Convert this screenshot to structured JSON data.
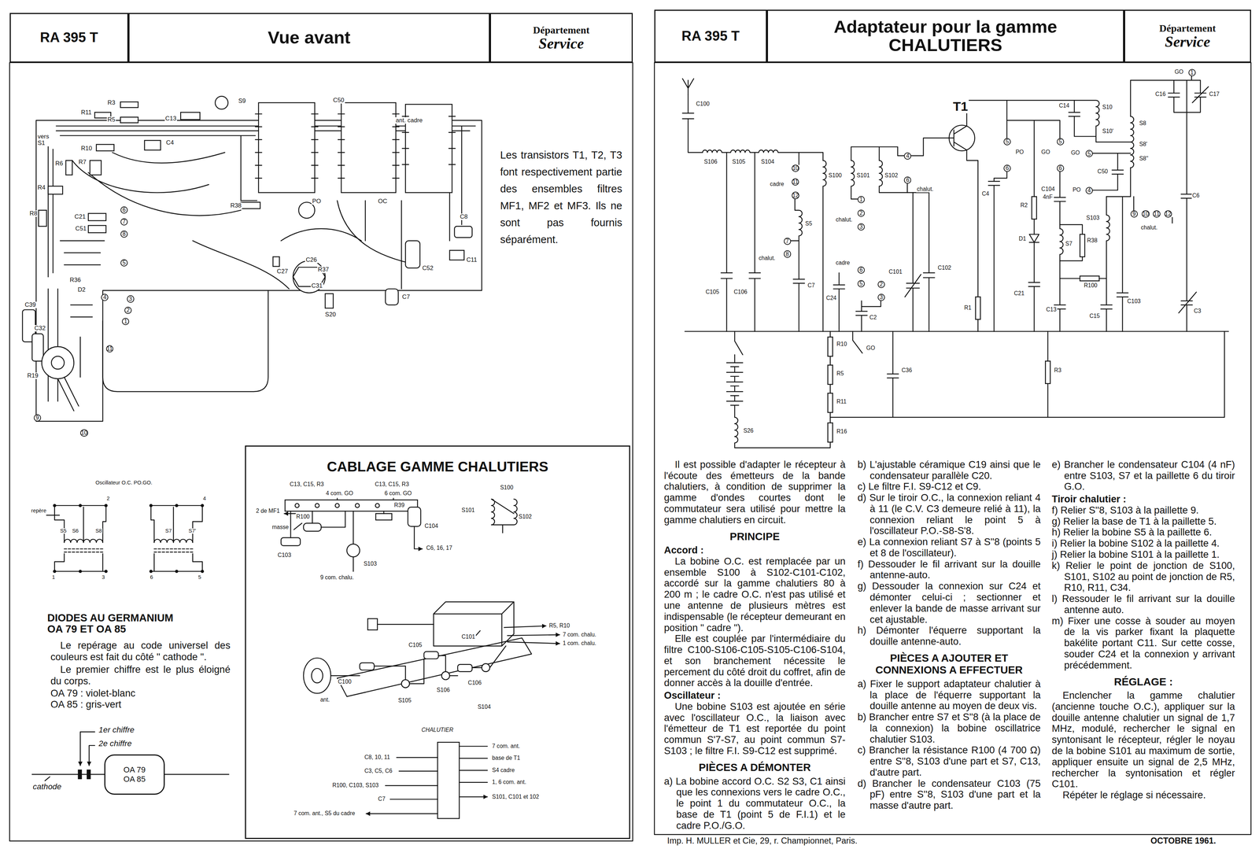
{
  "diagram": {
    "nodes": [
      {
        "text": [
          "RA 395 T"
        ]
      },
      {
        "text": [
          "Vue avant"
        ]
      },
      {
        "text": [
          "Département",
          "Service"
        ]
      },
      {
        "text": [
          "RA 395 T"
        ]
      },
      {
        "text": [
          "Adaptateur pour la gamme CHALUTIERS"
        ]
      },
      {
        "text": [
          "Département",
          "Service"
        ]
      },
      {
        "text": [
          "CABLAGE GAMME CHALUTIERS"
        ]
      },
      {
        "text": [
          "OA 79",
          "OA 85"
        ]
      }
    ],
    "labels": [
      "R3",
      "R11",
      "R5",
      "C13",
      "S9",
      "C50",
      "ant. cadre",
      "vers S1",
      "R10",
      "C4",
      "R6",
      "R7",
      "R4",
      "R8",
      "C21",
      "C51",
      "R36",
      "D2",
      "C39",
      "C32",
      "R19",
      "R38",
      "PO",
      "OC",
      "C8",
      "C52",
      "C11",
      "C27",
      "C26",
      "R37",
      "C31",
      "S20",
      "C7",
      "6",
      "7",
      "8",
      "5",
      "4",
      "3",
      "2",
      "1",
      "11",
      "9",
      "10",
      "Oscillateur O.C. PO.GO.",
      "repère",
      "S5",
      "S6",
      "S8",
      "S7",
      "S7'",
      "2",
      "4",
      "1",
      "3",
      "6",
      "5",
      "DIODES AU GERMANIUM",
      "OA 79 ET OA 85",
      "Le repérage au code universel des couleurs est fait du côté \" cathode \".",
      "Le premier chiffre est le plus éloigné du corps.",
      "OA 79 : violet-blanc",
      "OA 85 : gris-vert",
      "1er chiffre",
      "2e chiffre",
      "cathode",
      "Les transistors T1, T2, T3 font respectivement partie des ensembles filtres MF1, MF2 et MF3. Ils ne sont pas fournis séparément.",
      "C13, C15, R3",
      "4 com. GO",
      "C13, C15, R3",
      "6 com. GO",
      "R39",
      "2 de MF1",
      "masse",
      "R100",
      "C104",
      "C103",
      "S103",
      "C6, 16, 17",
      "9 com. chalu.",
      "S100",
      "S101",
      "S102",
      "C101",
      "R5, R10",
      "7 com. chalu.",
      "1 com. chalu.",
      "C100",
      "C105",
      "C106",
      "S105",
      "S106",
      "S104",
      "ant.",
      "CHALUTIER",
      "C8, 10, 11",
      "C3, C5, C6",
      "R100, C103, S103",
      "C7",
      "7 com. ant., S5 du cadre",
      "7 com. ant.",
      "base de T1",
      "S4 cadre",
      "1, 6 com. ant.",
      "S101, C101 et 102",
      "T1",
      "C100",
      "S106",
      "S105",
      "S104",
      "S100",
      "S101",
      "S102",
      "4",
      "6",
      "chalut.",
      "10",
      "cadre",
      "11",
      "12",
      "S5",
      "7",
      "8",
      "chalut.",
      "1",
      "2",
      "chalut.",
      "3",
      "cadre",
      "6",
      "5",
      "2",
      "3",
      "C105",
      "C106",
      "C7",
      "C24",
      "C2",
      "C101",
      "C102",
      "R1",
      "5",
      "PO",
      "6",
      "5",
      "GO",
      "6",
      "C4",
      "R2",
      "D1",
      "C21",
      "C104",
      "4nF",
      "S7",
      "R38",
      "R100",
      "S103",
      "C13",
      "C15",
      "C103",
      "C14",
      "S10",
      "S10'",
      "S8",
      "S8'",
      "S8''",
      "GO",
      "1",
      "C16",
      "C17",
      "C6",
      "GO",
      "5",
      "C50",
      "PO",
      "4",
      "9",
      "10",
      "11",
      "12",
      "chalut.",
      "C3",
      "R10",
      "R5",
      "R11",
      "R16",
      "S26",
      "GO",
      "C36",
      "R3",
      "Imp. H. MULLER et Cie, 29, r. Championnet, Paris.",
      "OCTOBRE 1961.",
      "Il est possible d'adapter le récepteur à l'écoute des émetteurs de la bande chalutiers, à condition de supprimer la gamme d'ondes courtes dont le commutateur sera utilisé pour mettre la gamme chalutiers en circuit.",
      "PRINCIPE",
      "Accord :",
      "La bobine O.C. est remplacée par un ensemble S100 à S102-C101-C102, accordé sur la gamme chalutiers 80 à 200 m ; le cadre O.C. n'est pas utilisé et une antenne de plusieurs mètres est indispensable (le récepteur demeurant en position \" cadre \").",
      "Elle est couplée par l'intermédiaire du filtre C100-S106-C105-S105-C106-S104, et son branchement nécessite le percement du côté droit du coffret, afin de donner accès à la douille d'entrée.",
      "Oscillateur :",
      "Une bobine S103 est ajoutée en série avec l'oscillateur O.C., la liaison avec l'émetteur de T1 est reportée du point commun S'7-S7, au point commun S7-S103 ; le filtre F.I. S9-C12 est supprimé.",
      "PIÈCES A DÉMONTER",
      "a) La bobine accord O.C. S2 S3, C1 ainsi que les connexions vers le cadre O.C., le point 1 du commutateur O.C., la base de T1 (point 5 de F.I.1) et le cadre P.O./G.O.",
      "b) L'ajustable céramique C19 ainsi que le condensateur parallèle C20.",
      "c) Le filtre F.I. S9-C12 et C9.",
      "d) Sur le tiroir O.C., la connexion reliant 4 à 11 (le C.V. C3 demeure relié à 11), la connexion reliant le point 5 à l'oscillateur P.O.-S8-S'8.",
      "e) La connexion reliant S7 à S''8 (points 5 et 8 de l'oscillateur).",
      "f) Dessouder le fil arrivant sur la douille antenne-auto.",
      "g) Dessouder la connexion sur C24 et démonter celui-ci ; sectionner et enlever la bande de masse arrivant sur cet ajustable.",
      "h) Démonter l'équerre supportant la douille antenne-auto.",
      "PIÈCES A AJOUTER ET CONNEXIONS A EFFECTUER",
      "a) Fixer le support adaptateur chalutier à la place de l'équerre supportant la douille antenne au moyen de deux vis.",
      "b) Brancher entre S7 et S''8 (à la place de la connexion) la bobine oscillatrice chalutier S103.",
      "c) Brancher la résistance R100 (4 700 Ω) entre S''8, S103 d'une part et S7, C13, d'autre part.",
      "d) Brancher le condensateur C103 (75 pF) entre S''8, S103 d'une part et la masse d'autre part.",
      "e) Brancher le condensateur C104 (4 nF) entre S103, S7 et la paillette 6 du tiroir G.O.",
      "Tiroir chalutier :",
      "f) Relier S''8, S103 à la paillette 9.",
      "g) Relier la base de T1 à la paillette 5.",
      "h) Relier la bobine S5 à la paillette 6.",
      "i) Relier la bobine S102 à la paillette 4.",
      "j) Relier la bobine S101 à la paillette 1.",
      "k) Relier le point de jonction de S100, S101, S102 au point de jonction de R5, R10, R11, C34.",
      "l) Ressouder le fil arrivant sur la douille antenne auto.",
      "m) Fixer une cosse à souder au moyen de la vis parker fixant la plaquette bakélite portant C11. Sur cette cosse, souder C24 et la connexion y arrivant précédemment.",
      "RÉGLAGE :",
      "Enclencher la gamme chalutier (ancienne touche O.C.), appliquer sur la douille antenne chalutier un signal de 1,7 MHz, modulé, rechercher le signal en syntonisant le récepteur, régler le noyau de la bobine S101 au maximum de sortie, appliquer ensuite un signal de 2,5 MHz, rechercher la syntonisation et régler C101.",
      "Répéter le réglage si nécessaire."
    ]
  }
}
